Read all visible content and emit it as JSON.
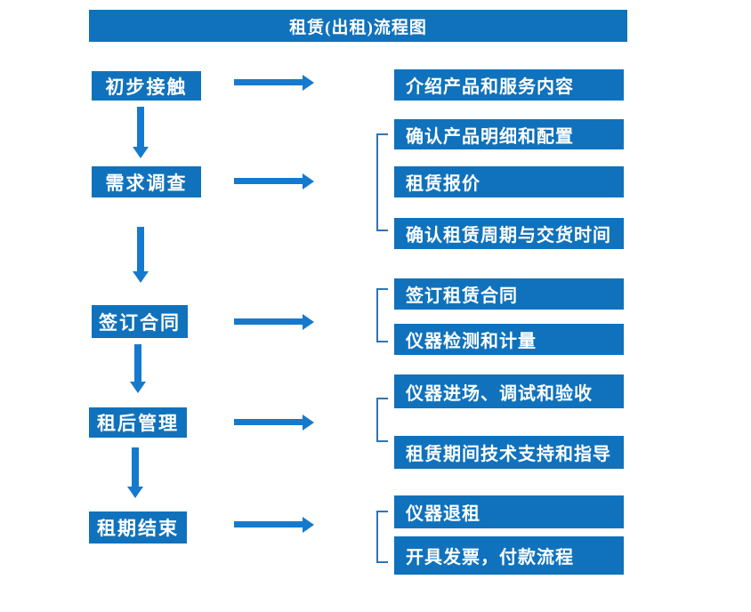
{
  "title": "租赁(出租)流程图",
  "colors": {
    "box": "#1072BC",
    "arrow": "#157ACD",
    "bracket": "#2E74B5",
    "text": "#FFFFFF"
  },
  "flow": {
    "steps": [
      {
        "label": "初步接触",
        "details": [
          "介绍产品和服务内容"
        ]
      },
      {
        "label": "需求调查",
        "details": [
          "确认产品明细和配置",
          "租赁报价",
          "确认租赁周期与交货时间"
        ]
      },
      {
        "label": "签订合同",
        "details": [
          "签订租赁合同",
          "仪器检测和计量"
        ]
      },
      {
        "label": "租后管理",
        "details": [
          "仪器进场、调试和验收",
          "租赁期间技术支持和指导"
        ]
      },
      {
        "label": "租期结束",
        "details": [
          "仪器退租",
          "开具发票，付款流程"
        ]
      }
    ]
  }
}
